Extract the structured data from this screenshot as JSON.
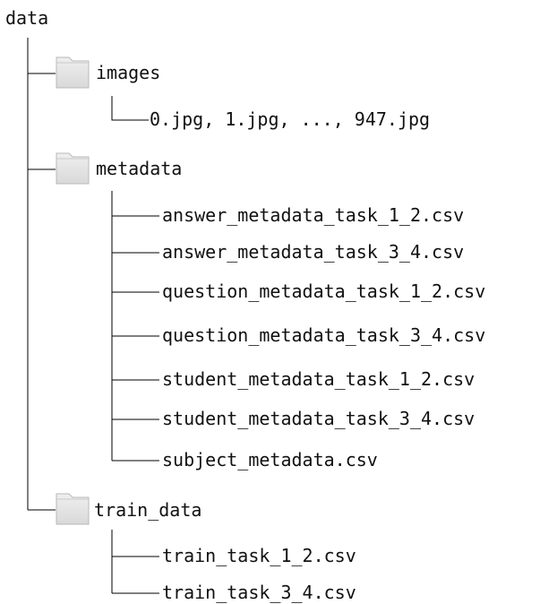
{
  "root": {
    "label": "data",
    "children": [
      {
        "label": "images",
        "icon": "folder-icon",
        "children": [
          {
            "label": "0.jpg, 1.jpg, ..., 947.jpg"
          }
        ]
      },
      {
        "label": "metadata",
        "icon": "folder-icon",
        "children": [
          {
            "label": "answer_metadata_task_1_2.csv"
          },
          {
            "label": "answer_metadata_task_3_4.csv"
          },
          {
            "label": "question_metadata_task_1_2.csv"
          },
          {
            "label": "question_metadata_task_3_4.csv"
          },
          {
            "label": "student_metadata_task_1_2.csv"
          },
          {
            "label": "student_metadata_task_3_4.csv"
          },
          {
            "label": "subject_metadata.csv"
          }
        ]
      },
      {
        "label": "train_data",
        "icon": "folder-icon",
        "children": [
          {
            "label": "train_task_1_2.csv"
          },
          {
            "label": "train_task_3_4.csv"
          }
        ]
      }
    ]
  },
  "colors": {
    "text": "#111111",
    "line": "#000000",
    "folder_fill": "#e6e6e6",
    "folder_stroke": "#b8b8b8"
  }
}
